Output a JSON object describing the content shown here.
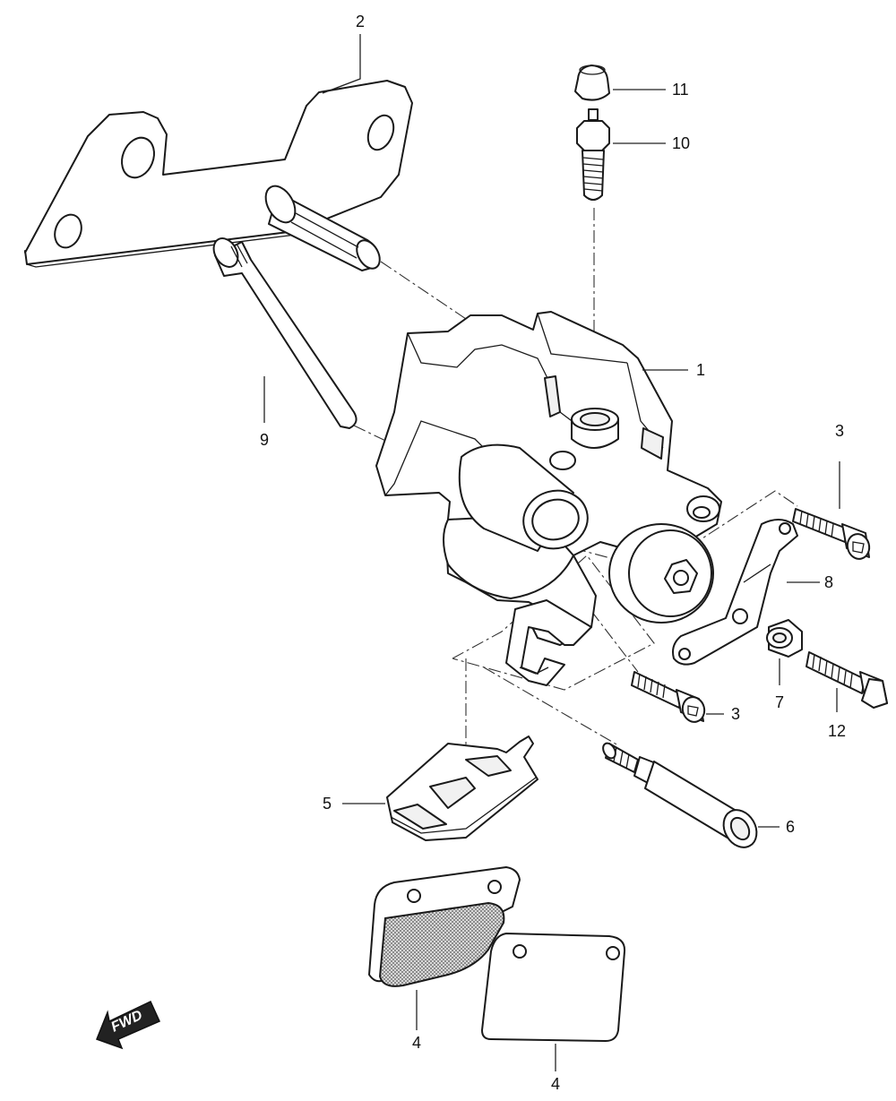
{
  "diagram": {
    "callouts": [
      {
        "id": "1",
        "text": "1"
      },
      {
        "id": "2",
        "text": "2"
      },
      {
        "id": "3a",
        "text": "3"
      },
      {
        "id": "3b",
        "text": "3"
      },
      {
        "id": "4a",
        "text": "4"
      },
      {
        "id": "4b",
        "text": "4"
      },
      {
        "id": "5",
        "text": "5"
      },
      {
        "id": "6",
        "text": "6"
      },
      {
        "id": "7",
        "text": "7"
      },
      {
        "id": "8",
        "text": "8"
      },
      {
        "id": "9",
        "text": "9"
      },
      {
        "id": "10",
        "text": "10"
      },
      {
        "id": "11",
        "text": "11"
      },
      {
        "id": "12",
        "text": "12"
      }
    ],
    "direction_badge": {
      "text": "FWD"
    }
  }
}
